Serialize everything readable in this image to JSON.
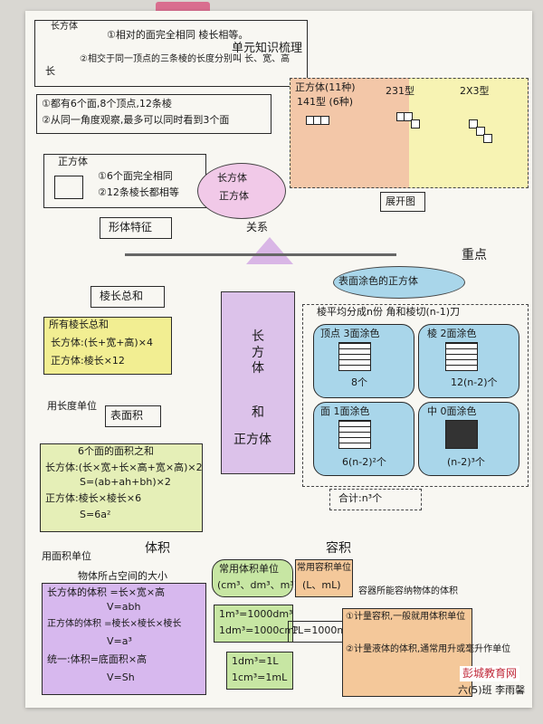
{
  "title_top": "长方体",
  "top_note_1": "①相对的面完全相同 棱长相等。",
  "top_note_2": "②相交于同一顶点的三条棱的长度分别叫 长、宽、高",
  "top_note_3": "单元知识梳理",
  "label_k": "长",
  "cube_label": "正方体",
  "cube_note_1": "①6个面完全相同",
  "cube_note_2": "②12条棱长都相等",
  "features_title": "①都有6个面,8个顶点,12条棱",
  "features_2": "②从同一角度观察,最多可以同时看到3个面",
  "shape_feature": "形体特征",
  "relation_top": "长方体",
  "relation_bottom": "正方体",
  "relation": "关系",
  "unfold": "展开图",
  "unfold_title": "正方体(11种)",
  "type141": "141型 (6种)",
  "type231": "231型",
  "type222": "2X3型",
  "key_point": "重点",
  "center_title": "长方体",
  "center_title2": "和",
  "center_title3": "正方体",
  "edge_sum": "棱长总和",
  "edge_sum_sub": "所有棱长总和",
  "edge_formula_1": "长方体:(长+宽+高)×4",
  "edge_formula_2": "正方体:棱长×12",
  "length_unit": "用长度单位",
  "surface": "表面积",
  "surface_sub": "6个面的面积之和",
  "surface_formula_1": "长方体:(长×宽+长×高+宽×高)×2",
  "surface_formula_2": "S=(ab+ah+bh)×2",
  "surface_formula_3": "正方体:棱长×棱长×6",
  "surface_formula_4": "S=6a²",
  "area_unit": "用面积单位",
  "painted": "表面涂色的正方体",
  "painted_sub": "棱平均分成n份 角和棱切(n-1)刀",
  "painted_3": "顶点 3面涂色",
  "painted_2": "棱 2面涂色",
  "painted_1": "面 1面涂色",
  "painted_0": "中 0面涂色",
  "count_3": "8个",
  "count_2": "12(n-2)个",
  "count_1": "6(n-2)²个",
  "count_0": "(n-2)³个",
  "total": "合计:n³个",
  "volume": "体积",
  "capacity": "容积",
  "volume_def": "物体所占空间的大小",
  "volume_f1": "长方体的体积 =长×宽×高",
  "volume_f2": "V=abh",
  "volume_f3": "正方体的体积 =棱长×棱长×棱长",
  "volume_f4": "V=a³",
  "volume_f5": "统一:体积=底面积×高",
  "volume_f6": "V=Sh",
  "vol_units": "常用体积单位",
  "vol_units_2": "(cm³、dm³、m³)",
  "vol_conv_1": "1m³=1000dm³",
  "vol_conv_2": "1dm³=1000cm³",
  "cap_units": "常用容积单位",
  "cap_units_2": "(L、mL)",
  "cap_conv_1": "1L=1000mL",
  "cap_conv_2": "1dm³=1L",
  "cap_conv_3": "1cm³=1mL",
  "cap_def": "容器所能容纳物体的体积",
  "cap_note_1": "①计量容积,一般就用体积单位",
  "cap_note_2": "②计量液体的体积,通常用升或毫升作单位",
  "signature": "六(5)班 李雨馨",
  "watermark": "彭城教育网",
  "colors": {
    "pink": "#e8b8e0",
    "purple": "#d7b8ee",
    "yellow": "#f2ec8a",
    "orange": "#f4c89a",
    "blue": "#a9d6ea",
    "green": "#c7e6a3"
  }
}
